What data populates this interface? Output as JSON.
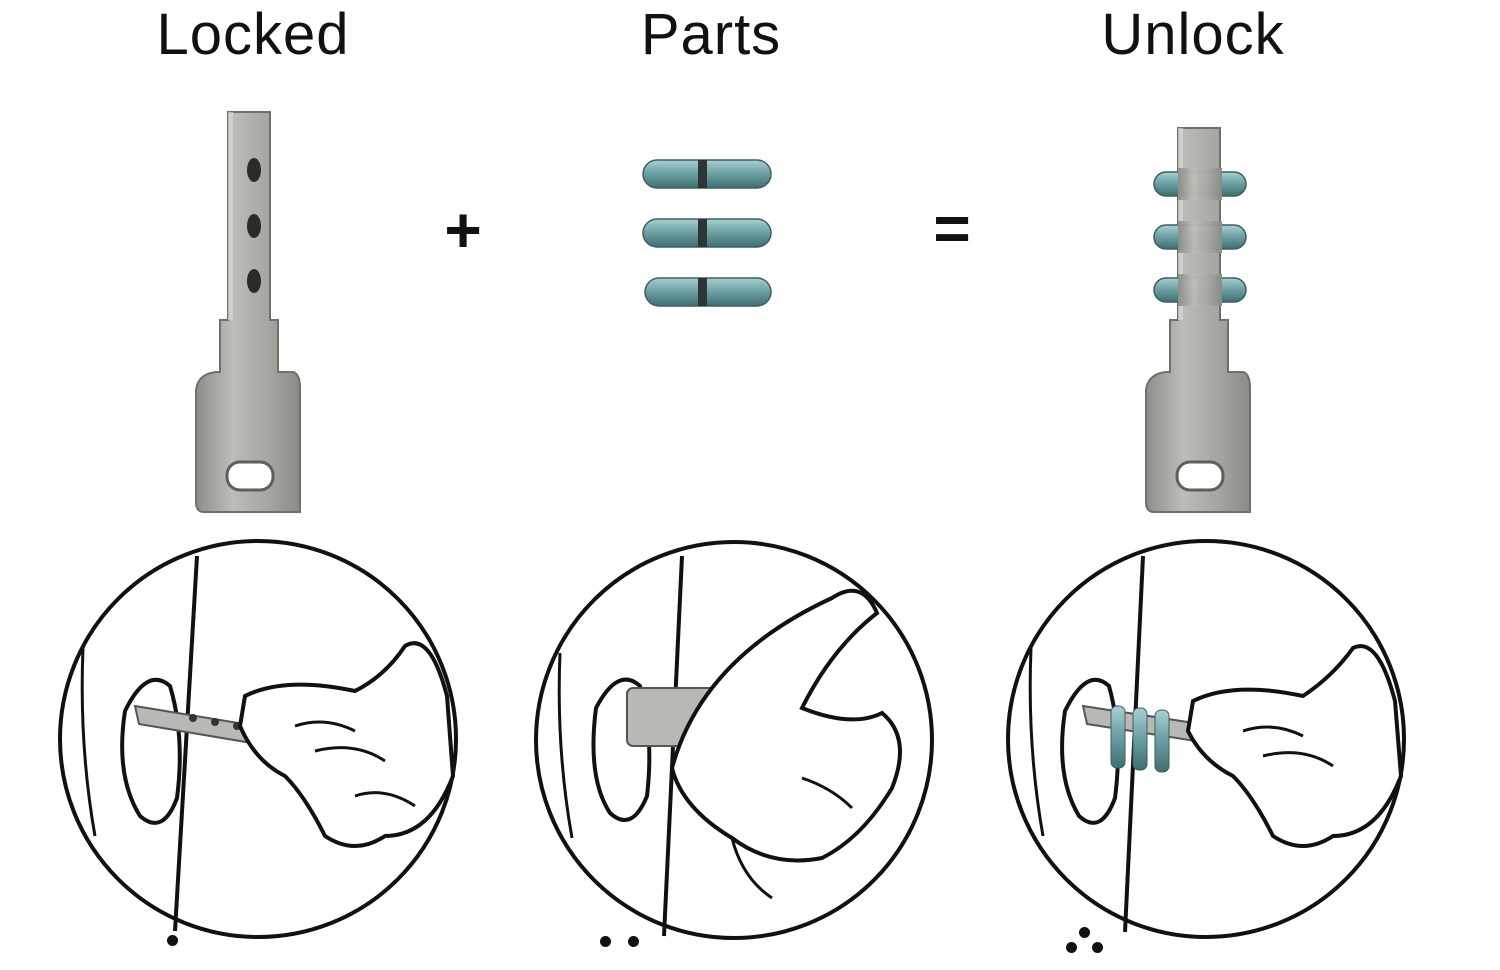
{
  "headings": {
    "locked": "Locked",
    "parts": "Parts",
    "unlock": "Unlock"
  },
  "operators": {
    "plus": "+",
    "equals": "="
  },
  "steps": [
    {
      "dots": 1
    },
    {
      "dots": 2
    },
    {
      "dots": 3
    }
  ],
  "colors": {
    "steel": "#a8a8a4",
    "steel_dark": "#7c7c78",
    "pin_teal": "#6fa3a6",
    "pin_band": "#2d3536",
    "line": "#111111"
  },
  "icons": [
    "key-icon",
    "pin-icon",
    "assembled-key-icon",
    "hand-inserting-key-illustration"
  ]
}
